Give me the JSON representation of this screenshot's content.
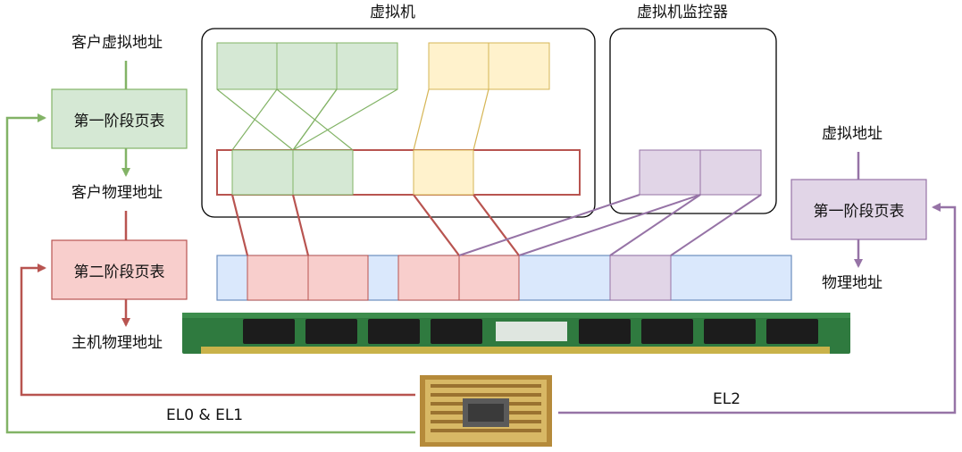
{
  "labels": {
    "vm_title": "虚拟机",
    "hypervisor_title": "虚拟机监控器",
    "guest_virtual_address": "客户虚拟地址",
    "stage1_table_left": "第一阶段页表",
    "guest_physical_address": "客户物理地址",
    "stage2_table": "第二阶段页表",
    "host_physical_address": "主机物理地址",
    "virtual_address": "虚拟地址",
    "stage1_table_right": "第一阶段页表",
    "physical_address": "物理地址",
    "el01": "EL0 & EL1",
    "el2": "EL2"
  },
  "colors": {
    "green_fill": "#d5e8d4",
    "green_stroke": "#82b366",
    "yellow_fill": "#fff2cc",
    "yellow_stroke": "#d6b656",
    "red_fill": "#f8cecc",
    "red_stroke": "#b85450",
    "purple_fill": "#e1d5e7",
    "purple_stroke": "#9673a6",
    "blue_fill": "#dae8fc",
    "blue_stroke": "#6c8ebf",
    "arrow_green": "#82b366",
    "arrow_red": "#b85450",
    "arrow_purple": "#9673a6"
  },
  "images": {
    "ram": "ram-module-image",
    "cpu": "cpu-chip-image"
  }
}
